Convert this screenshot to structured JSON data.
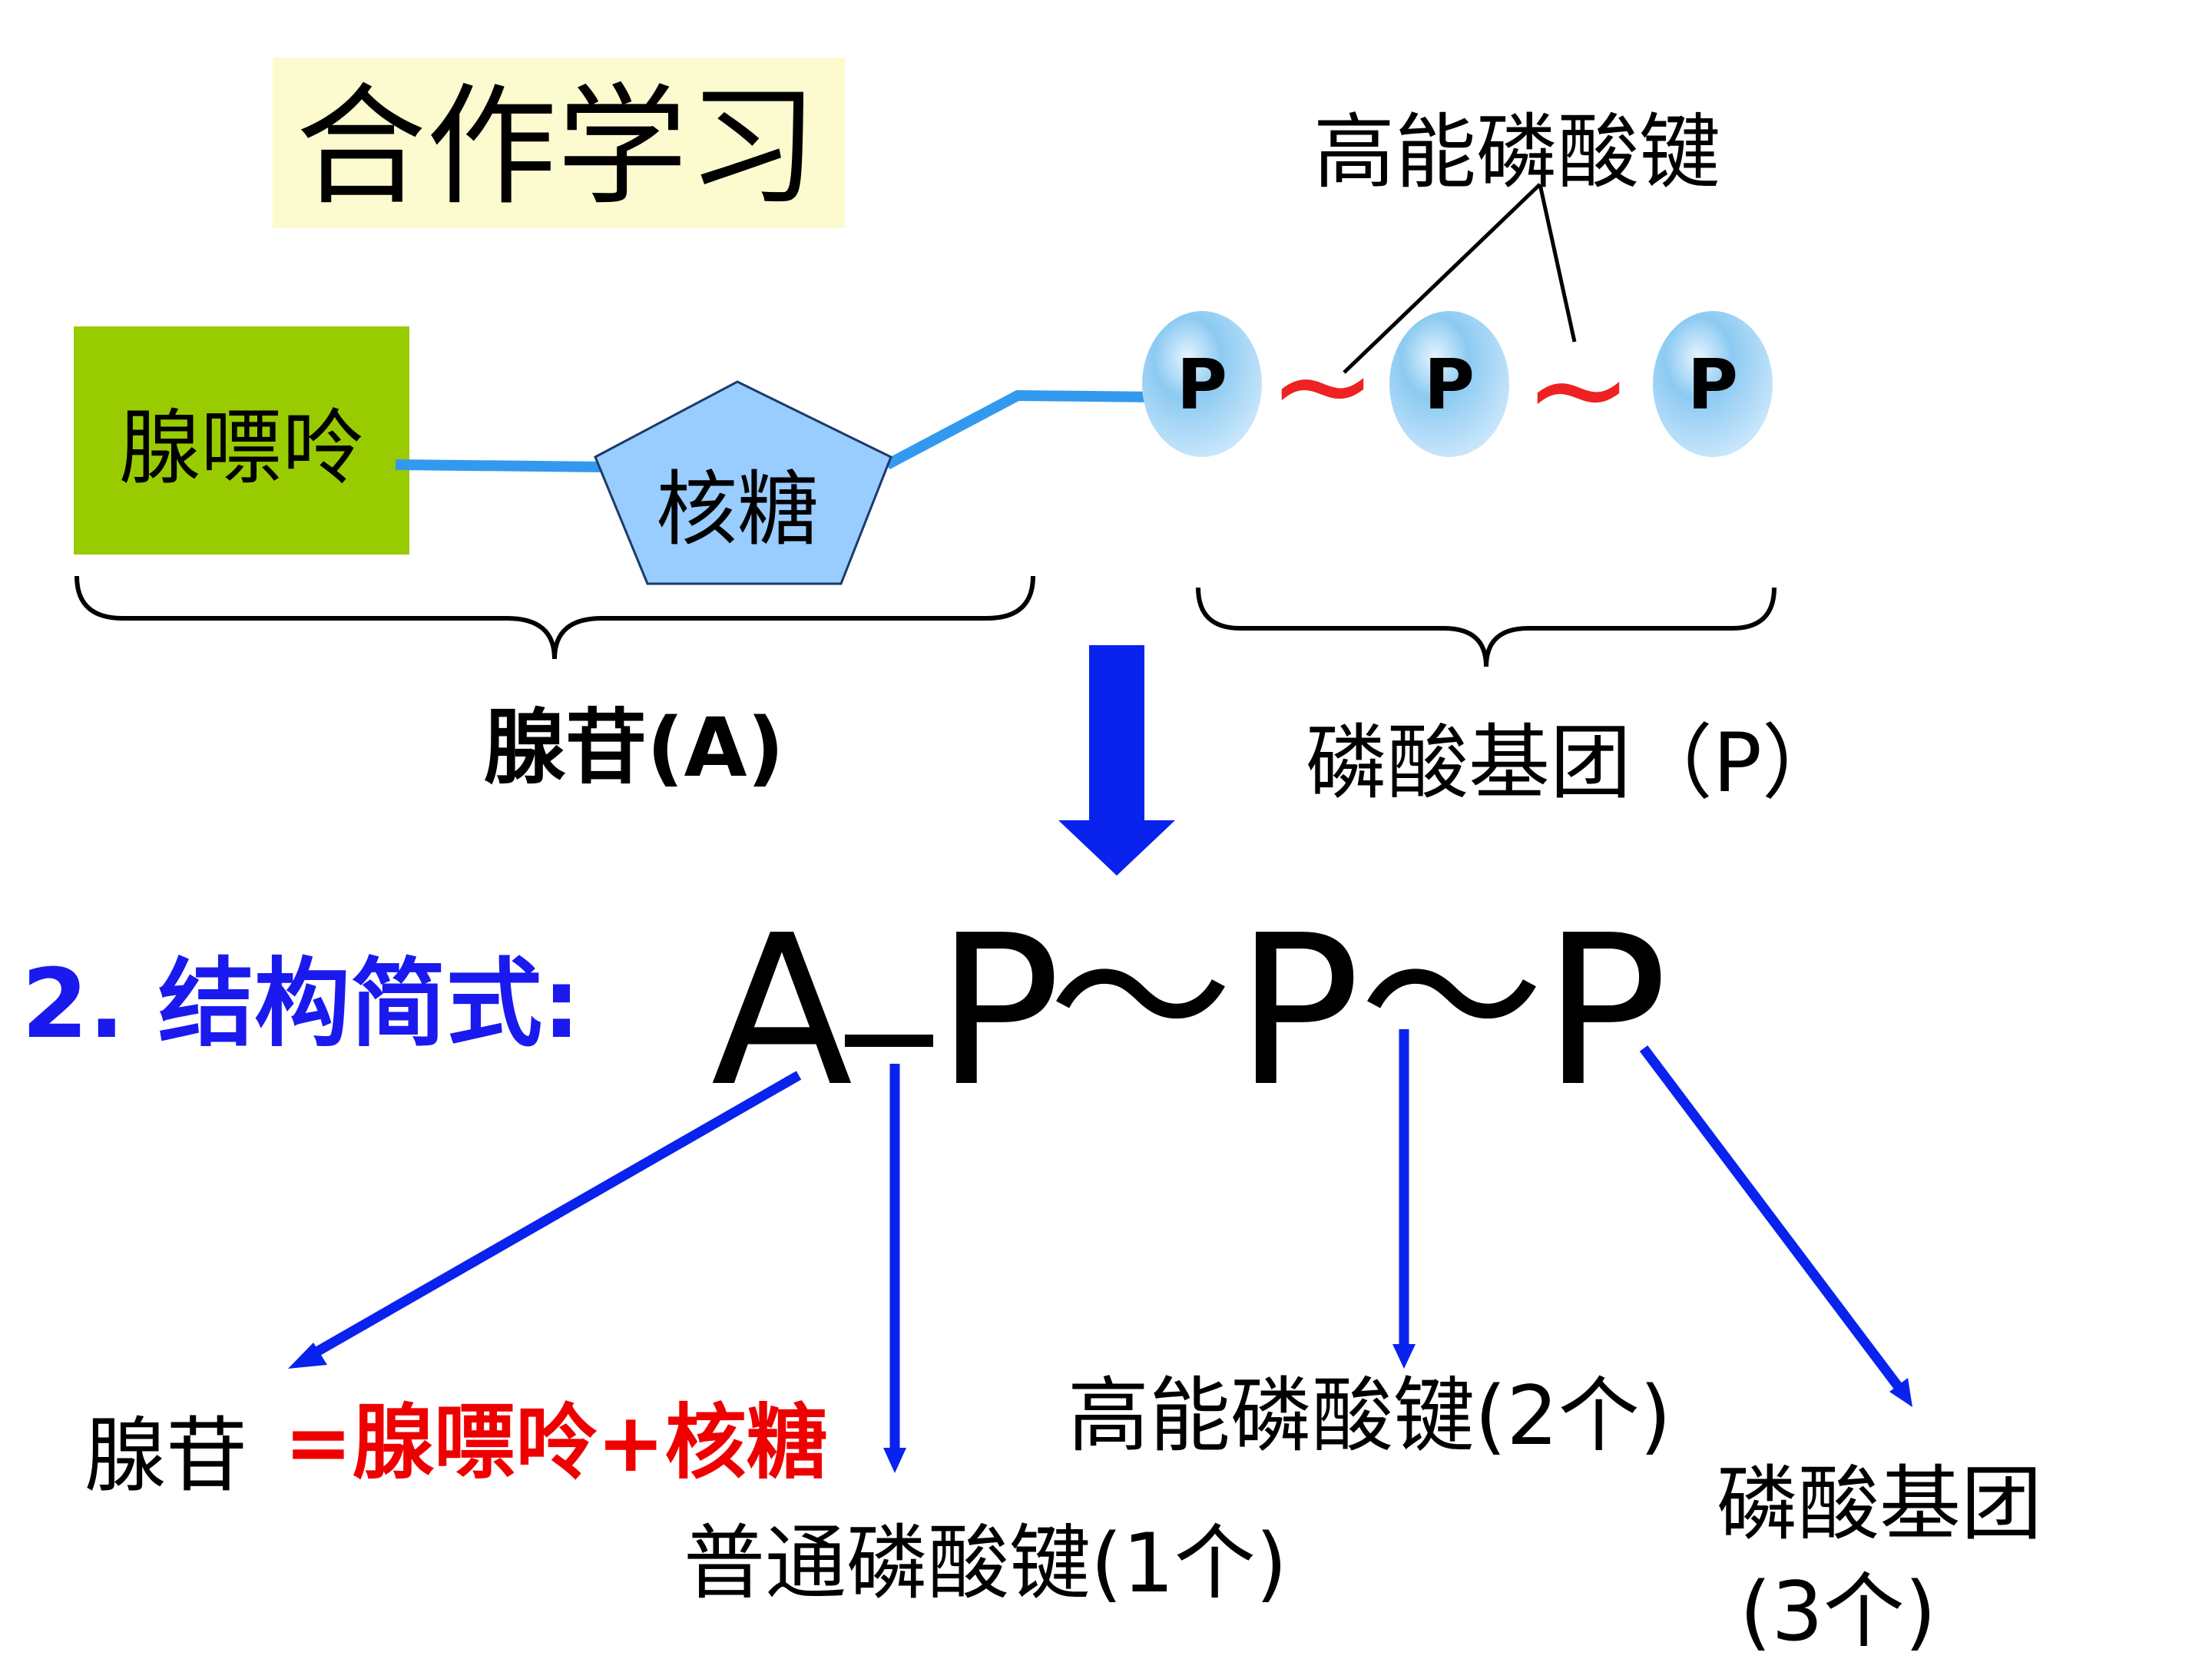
{
  "title": "合作学习",
  "structure": {
    "adenine_box": "腺嘌呤",
    "ribose": "核糖",
    "phosphate_label": "P",
    "tilde": "~",
    "high_energy_label": "高能磷酸键",
    "adenosine_label": "腺苷(A)",
    "phosphate_group_label": "磷酸基团（P）"
  },
  "formula": {
    "prefix": "2. 结构简式:",
    "atp_a": "A",
    "atp_p": "P",
    "atp_tilde": "～"
  },
  "annotations": {
    "adenosine_term": "腺苷",
    "adenosine_def": "=腺嘌呤+核糖",
    "normal_bond": "普通磷酸键(1个)",
    "high_energy_bond": "高能磷酸键(2个)",
    "phosphate_group": "磷酸基团",
    "phosphate_count": "(3个)"
  },
  "colors": {
    "title_bg": "#fbfbcf",
    "adenine_bg": "#99cc00",
    "ribose_fill": "#99ccff",
    "connector": "#3399ee",
    "tilde_red": "#ee2222",
    "arrow_blue": "#0000ee",
    "formula_prefix": "#1a1aee",
    "definition_red": "#ee0000"
  }
}
